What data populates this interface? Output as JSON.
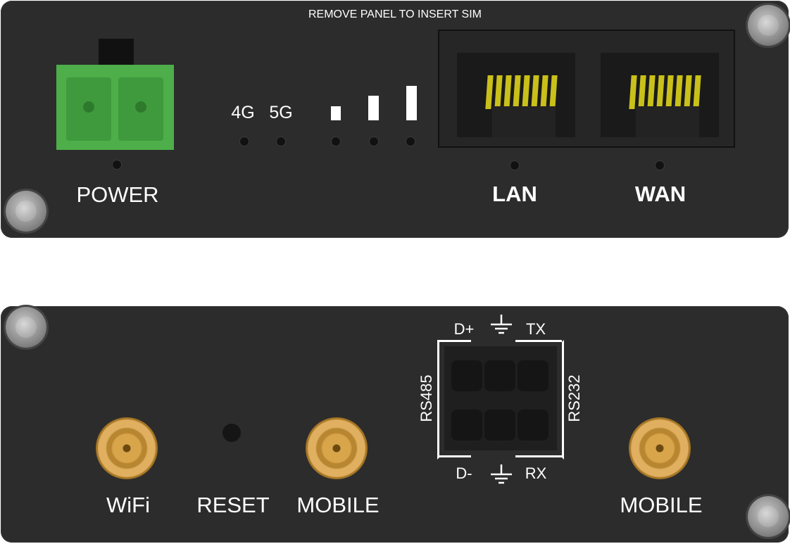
{
  "front_panel": {
    "sim_notice": "REMOVE PANEL TO INSERT SIM",
    "power_label": "POWER",
    "network_labels": [
      "4G",
      "5G"
    ],
    "lan_label": "LAN",
    "wan_label": "WAN"
  },
  "back_panel": {
    "wifi_label": "WiFi",
    "reset_label": "RESET",
    "mobile_label_1": "MOBILE",
    "mobile_label_2": "MOBILE",
    "serial": {
      "top_left": "D+",
      "top_right": "TX",
      "bottom_left": "D-",
      "bottom_right": "RX",
      "left_side": "RS485",
      "right_side": "RS232"
    }
  },
  "colors": {
    "panel": "#2c2c2c",
    "power_connector": "#4dae4a",
    "rj45_pins": "#c9c01a",
    "sma_connector": "#d9a54a"
  }
}
